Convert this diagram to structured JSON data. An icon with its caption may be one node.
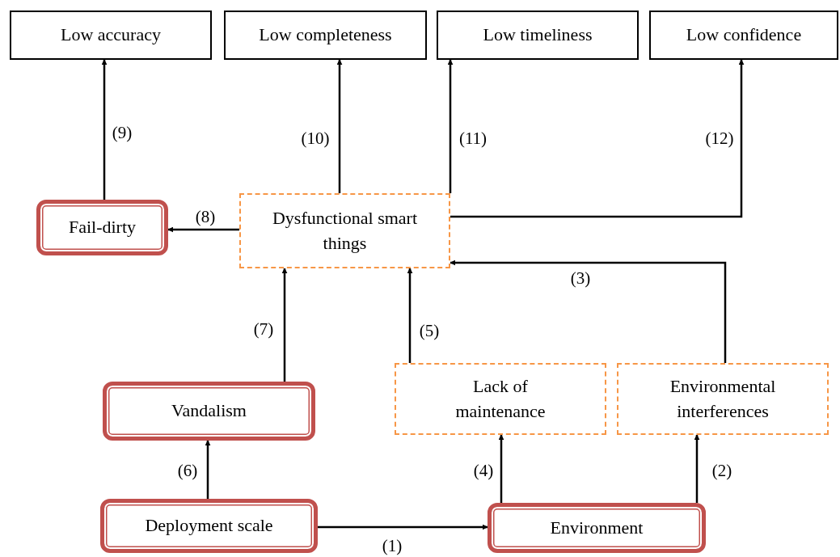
{
  "diagram": {
    "nodes": [
      {
        "text": [
          "Low accuracy"
        ]
      },
      {
        "text": [
          "Low completeness"
        ]
      },
      {
        "text": [
          "Low timeliness"
        ]
      },
      {
        "text": [
          "Low confidence"
        ]
      },
      {
        "text": [
          "Fail-dirty"
        ]
      },
      {
        "text": [
          "Dysfunctional smart things"
        ]
      },
      {
        "text": [
          "Vandalism"
        ]
      },
      {
        "text": [
          "Lack of maintenance"
        ]
      },
      {
        "text": [
          "Environmental interferences"
        ]
      },
      {
        "text": [
          "Deployment scale"
        ]
      },
      {
        "text": [
          "Environment"
        ]
      }
    ],
    "edges": [
      {
        "from": 9,
        "to": 10,
        "arrow": "to",
        "label": "(1)"
      },
      {
        "from": 10,
        "to": 8,
        "arrow": "to",
        "label": "(2)"
      },
      {
        "from": 8,
        "to": 5,
        "arrow": "to",
        "label": "(3)"
      },
      {
        "from": 10,
        "to": 7,
        "arrow": "to",
        "label": "(4)"
      },
      {
        "from": 7,
        "to": 5,
        "arrow": "to",
        "label": "(5)"
      },
      {
        "from": 9,
        "to": 6,
        "arrow": "to",
        "label": "(6)"
      },
      {
        "from": 6,
        "to": 5,
        "arrow": "to",
        "label": "(7)"
      },
      {
        "from": 5,
        "to": 4,
        "arrow": "to",
        "label": "(8)"
      },
      {
        "from": 4,
        "to": 0,
        "arrow": "to",
        "label": "(9)"
      },
      {
        "from": 5,
        "to": 1,
        "arrow": "to",
        "label": "(10)"
      },
      {
        "from": 5,
        "to": 2,
        "arrow": "to",
        "label": "(11)"
      },
      {
        "from": 5,
        "to": 3,
        "arrow": "to",
        "label": "(12)"
      }
    ]
  }
}
